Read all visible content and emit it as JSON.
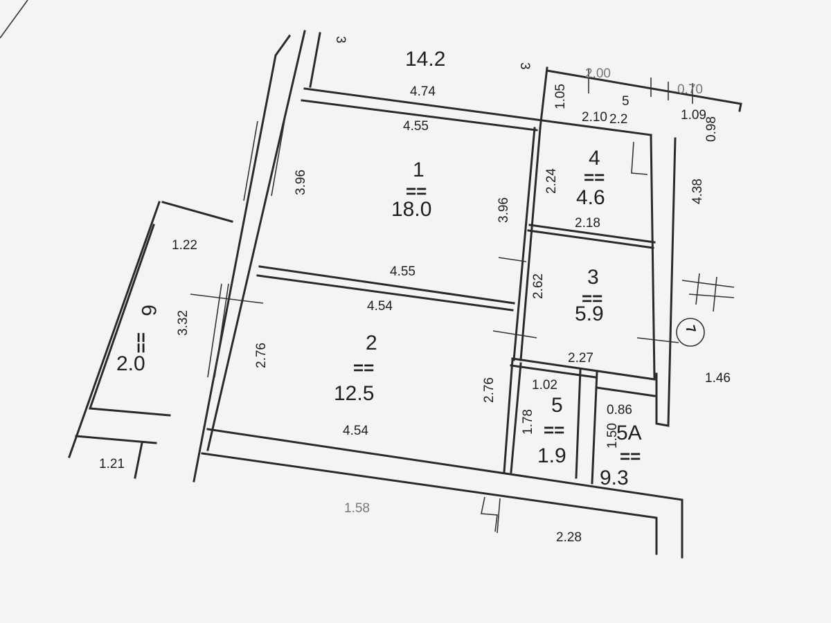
{
  "plan": {
    "total_area": "14.2",
    "marks": {
      "axis_a": "3",
      "axis_b": "3",
      "equals": "=="
    },
    "top_dims": {
      "d474": "4.74",
      "d455_top": "4.55",
      "d105": "1.05",
      "d210": "2.10",
      "d200": "2.00",
      "d070": "0.70",
      "d109": "1.09",
      "d098": "0.98",
      "d158": "1.58"
    },
    "rooms": [
      {
        "number": "1",
        "area": "18.0",
        "dims": [
          "3.96",
          "3.96",
          "4.55"
        ]
      },
      {
        "number": "2",
        "area": "12.5",
        "dims": [
          "4.54",
          "2.76",
          "2.76",
          "4.54"
        ]
      },
      {
        "number": "3",
        "area": "5.9",
        "dims": [
          "2.62",
          "2.27"
        ]
      },
      {
        "number": "4",
        "area": "4.6",
        "dims": [
          "2.24",
          "4.38",
          "2.18"
        ]
      },
      {
        "number": "5",
        "area": "1.9",
        "dims": [
          "1.02",
          "1.78"
        ]
      },
      {
        "number": "5A",
        "area": "9.3",
        "dims": [
          "0.86",
          "1.50"
        ]
      },
      {
        "number": "6",
        "area": "2.0",
        "dims": [
          "3.32",
          "1.22",
          "1.21"
        ]
      },
      {
        "number": "5",
        "area": "2.2",
        "dims": []
      }
    ],
    "other_dims": {
      "d146": "1.46",
      "d228": "2.28"
    },
    "axis_marker": "7"
  }
}
